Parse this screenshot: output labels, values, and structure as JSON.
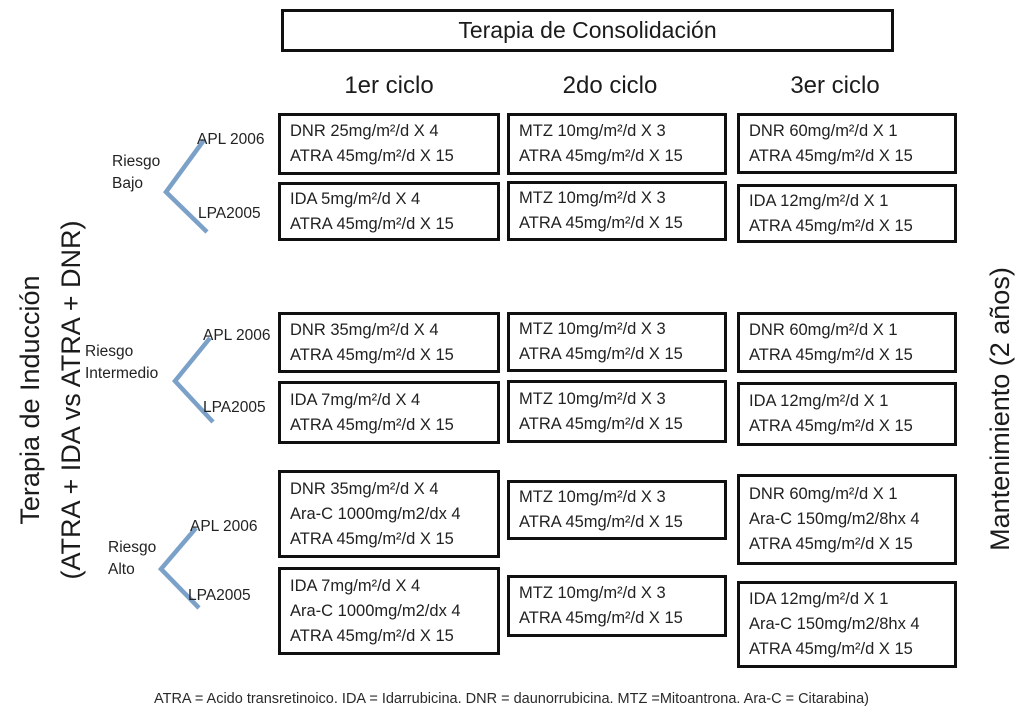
{
  "title": "Terapia de Consolidación",
  "columns": [
    "1er ciclo",
    "2do ciclo",
    "3er ciclo"
  ],
  "left_axis": {
    "line1": "Terapia de Inducción",
    "line2": "(ATRA + IDA vs ATRA + DNR)"
  },
  "right_axis": "Mantenimiento (2 años)",
  "footnote": "ATRA = Acido transretinoico. IDA = Idarrubicina. DNR = daunorrubicina. MTZ =Mitoantrona. Ara-C = Citarabina)",
  "colors": {
    "bracket": "#7CA1C9",
    "border": "#101010"
  },
  "groups": [
    {
      "risk": {
        "line1": "Riesgo",
        "line2": "Bajo"
      },
      "protocols": [
        {
          "label": "APL 2006",
          "cycles": [
            {
              "lines": [
                "DNR 25mg/m²/d X 4",
                "ATRA 45mg/m²/d X 15"
              ]
            },
            {
              "lines": [
                "MTZ 10mg/m²/d X 3",
                "ATRA 45mg/m²/d X 15"
              ]
            },
            {
              "lines": [
                "DNR 60mg/m²/d X 1",
                "ATRA 45mg/m²/d X 15"
              ]
            }
          ]
        },
        {
          "label": "LPA2005",
          "cycles": [
            {
              "lines": [
                "IDA 5mg/m²/d X 4",
                "ATRA 45mg/m²/d X 15"
              ]
            },
            {
              "lines": [
                "MTZ 10mg/m²/d X 3",
                "ATRA 45mg/m²/d X 15"
              ]
            },
            {
              "lines": [
                "IDA 12mg/m²/d X 1",
                "ATRA 45mg/m²/d X 15"
              ]
            }
          ]
        }
      ]
    },
    {
      "risk": {
        "line1": "Riesgo",
        "line2": "Intermedio"
      },
      "protocols": [
        {
          "label": "APL 2006",
          "cycles": [
            {
              "lines": [
                "DNR 35mg/m²/d X 4",
                "ATRA 45mg/m²/d X 15"
              ]
            },
            {
              "lines": [
                "MTZ 10mg/m²/d X 3",
                "ATRA 45mg/m²/d X 15"
              ]
            },
            {
              "lines": [
                "DNR 60mg/m²/d X 1",
                "ATRA 45mg/m²/d X 15"
              ]
            }
          ]
        },
        {
          "label": "LPA2005",
          "cycles": [
            {
              "lines": [
                "IDA 7mg/m²/d X 4",
                "ATRA 45mg/m²/d X 15"
              ]
            },
            {
              "lines": [
                "MTZ 10mg/m²/d X 3",
                "ATRA 45mg/m²/d X 15"
              ]
            },
            {
              "lines": [
                "IDA 12mg/m²/d X 1",
                "ATRA 45mg/m²/d X 15"
              ]
            }
          ]
        }
      ]
    },
    {
      "risk": {
        "line1": "Riesgo",
        "line2": "Alto"
      },
      "protocols": [
        {
          "label": "APL 2006",
          "cycles": [
            {
              "lines": [
                "DNR 35mg/m²/d X 4",
                "Ara-C 1000mg/m2/dx 4",
                "ATRA 45mg/m²/d X 15"
              ]
            },
            {
              "lines": [
                "MTZ 10mg/m²/d X 3",
                "ATRA 45mg/m²/d X 15"
              ]
            },
            {
              "lines": [
                "DNR 60mg/m²/d X 1",
                "Ara-C 150mg/m2/8hx 4",
                "ATRA 45mg/m²/d X 15"
              ]
            }
          ]
        },
        {
          "label": "LPA2005",
          "cycles": [
            {
              "lines": [
                "IDA 7mg/m²/d X 4",
                "Ara-C 1000mg/m2/dx 4",
                "ATRA 45mg/m²/d X 15"
              ]
            },
            {
              "lines": [
                "MTZ 10mg/m²/d X 3",
                "ATRA 45mg/m²/d X 15"
              ]
            },
            {
              "lines": [
                "IDA 12mg/m²/d X 1",
                "Ara-C 150mg/m2/8hx 4",
                "ATRA 45mg/m²/d X 15"
              ]
            }
          ]
        }
      ]
    }
  ]
}
